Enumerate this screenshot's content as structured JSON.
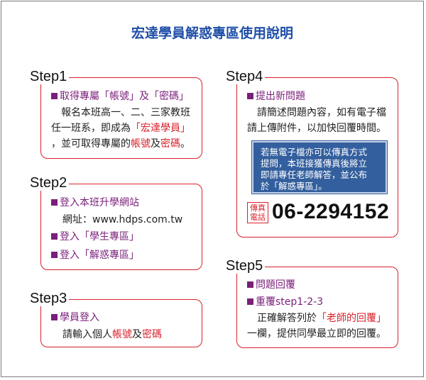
{
  "title": "宏達學員解惑專區使用說明",
  "colors": {
    "title": "#1f4fa8",
    "border": "#d9212a",
    "bullet": "#7a1f7a",
    "notice_bg": "#335f9e"
  },
  "step1": {
    "label": "Step1",
    "heading": "取得專屬「帳號」及「密碼」",
    "line1": "報名本班高一、二、三家教班",
    "line2a": "任一班系，即成為",
    "line2b": "「宏達學員」",
    "line3a": "，並可取得專屬的",
    "line3b": "帳號",
    "line3c": "及",
    "line3d": "密碼",
    "line3e": "。"
  },
  "step2": {
    "label": "Step2",
    "item1": "登入本班升學網站",
    "url_line": "網址：www.hdps.com.tw",
    "item2": "登入「學生專區」",
    "item3": "登入「解惑專區」"
  },
  "step3": {
    "label": "Step3",
    "heading": "學員登入",
    "body_a": "請輸入個人",
    "body_b": "帳號",
    "body_c": "及",
    "body_d": "密碼"
  },
  "step4": {
    "label": "Step4",
    "heading": "提出新問題",
    "line1": "請簡述問題內容，如有電子檔",
    "line2": "請上傳附件，以加快回覆時間。",
    "notice": [
      "若無電子檔亦可以傳真方式",
      "提問，本班接獲傳真後將立",
      "即請專任老師解答，並公布",
      "於「解惑專區」。"
    ],
    "badge_top": "傳真",
    "badge_bottom": "電話",
    "fax_number": "06-2294152"
  },
  "step5": {
    "label": "Step5",
    "item1": "問題回覆",
    "item2": "重覆step1-2-3",
    "line1a": "正確解答列於",
    "line1b": "「老師的回覆」",
    "line2": "一欄，提供同學最立即的回覆。"
  }
}
